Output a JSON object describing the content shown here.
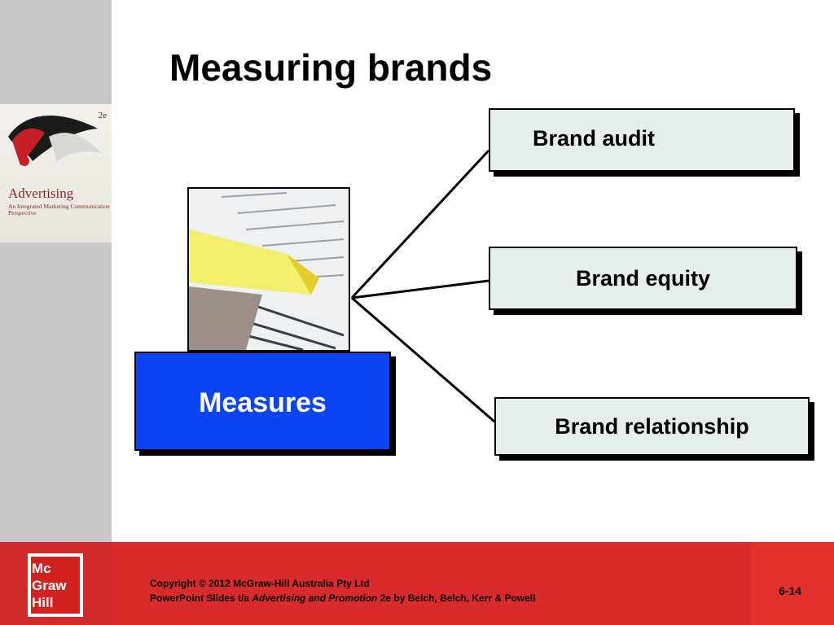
{
  "slide": {
    "title": "Measuring brands"
  },
  "book": {
    "edition": "2e",
    "title": "Advertising",
    "subtitle": "An Integrated Marketing Communication Perspective"
  },
  "diagram": {
    "root": "Measures",
    "children": [
      {
        "label": "Brand audit"
      },
      {
        "label": "Brand equity"
      },
      {
        "label": "Brand relationship"
      }
    ]
  },
  "footer": {
    "logo_lines": [
      "Mc",
      "Graw",
      "Hill"
    ],
    "copyright_line": "Copyright © 2012 McGraw-Hill Australia Pty Ltd",
    "slides_prefix": "PowerPoint Slides t/a ",
    "book_title_italic": "Advertising and Promotion",
    "slides_suffix": " 2e by Belch, Belch, Kerr & Powell",
    "slide_number": "6-14"
  },
  "colors": {
    "root_box": "#0a44f5",
    "child_box": "#e6eded",
    "footer_red": "#d92b2b",
    "side_strip": "#c8c8c8"
  }
}
